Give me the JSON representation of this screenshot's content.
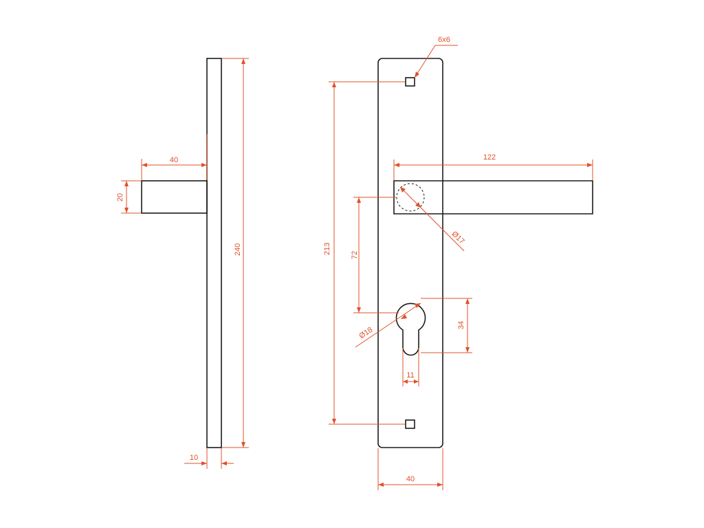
{
  "drawing": {
    "line_color": "#1a1a1a",
    "dimension_color": "#e0502a",
    "side_view": {
      "handle_length": "40",
      "handle_thickness": "20",
      "plate_height": "240",
      "plate_thickness": "10"
    },
    "front_view": {
      "screw_hole": "6x6",
      "lever_length": "122",
      "spindle_diameter": "Ø17",
      "hole_spacing": "213",
      "spindle_to_cylinder": "72",
      "cylinder_diameter": "Ø18",
      "cylinder_height": "34",
      "cylinder_width": "11",
      "plate_width": "40"
    }
  }
}
